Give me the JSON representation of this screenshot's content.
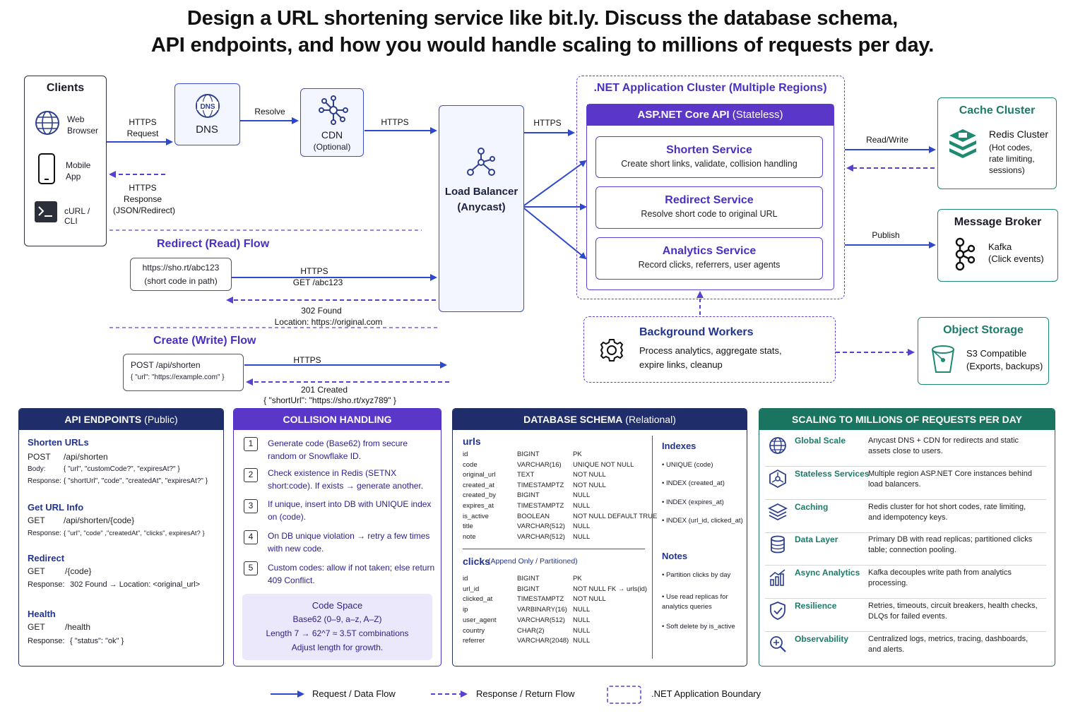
{
  "title": {
    "line1": "Design a URL shortening service like bit.ly. Discuss the database schema,",
    "line2": "API endpoints, and how you would handle scaling to millions of requests per day."
  },
  "clients": {
    "title": "Clients",
    "web": "Web Browser",
    "mobile": "Mobile App",
    "curl": "cURL / CLI"
  },
  "edges": {
    "https_request": "HTTPS Request",
    "https_response": "HTTPS Response (JSON/Redirect)",
    "resolve": "Resolve",
    "https1": "HTTPS",
    "https2": "HTTPS",
    "read_write": "Read/Write",
    "publish": "Publish"
  },
  "dns": {
    "title": "DNS",
    "icon_text": "DNS"
  },
  "cdn": {
    "title": "CDN",
    "sub": "(Optional)"
  },
  "lb": {
    "line1": "Load Balancer",
    "line2": "(Anycast)"
  },
  "cluster": {
    "title": ".NET Application Cluster (Multiple Regions)",
    "api_title_bold": "ASP.NET Core API",
    "api_title_rest": " (Stateless)",
    "services": [
      {
        "title": "Shorten Service",
        "desc": "Create short links, validate, collision handling"
      },
      {
        "title": "Redirect Service",
        "desc": "Resolve short code to original URL"
      },
      {
        "title": "Analytics Service",
        "desc": "Record clicks, referrers, user agents"
      }
    ]
  },
  "cache": {
    "title": "Cache Cluster",
    "name": "Redis Cluster",
    "desc1": "(Hot codes,",
    "desc2": "rate limiting,",
    "desc3": "sessions)"
  },
  "broker": {
    "title": "Message Broker",
    "name": "Kafka",
    "desc": "(Click events)"
  },
  "storage": {
    "title": "Object Storage",
    "name": "S3 Compatible",
    "desc": "(Exports, backups)"
  },
  "workers": {
    "title": "Background Workers",
    "desc1": "Process analytics, aggregate stats,",
    "desc2": "expire links, cleanup"
  },
  "read_flow": {
    "title": "Redirect (Read) Flow",
    "url": "https://sho.rt/abc123",
    "url_sub": "(short code in path)",
    "req1": "HTTPS",
    "req2": "GET /abc123",
    "resp1": "302 Found",
    "resp2": "Location: https://original.com"
  },
  "write_flow": {
    "title": "Create (Write) Flow",
    "req_line1": "POST /api/shorten",
    "req_line2": "{ \"url\": \"https://example.com\" }",
    "req_label": "HTTPS",
    "resp1": "201 Created",
    "resp2": "{ \"shortUrl\": \"https://sho.rt/xyz789\" }"
  },
  "api_panel": {
    "head_bold": "API ENDPOINTS",
    "head_rest": " (Public)",
    "sections": [
      {
        "title": "Shorten URLs",
        "method": "POST",
        "path": "/api/shorten",
        "l1k": "Body:",
        "l1v": "{ \"url\", \"customCode?\", \"expiresAt?\" }",
        "l2k": "Response:",
        "l2v": "{ \"shortUrl\", \"code\", \"createdAt\", \"expiresAt?\" }"
      },
      {
        "title": "Get URL Info",
        "method": "GET",
        "path": "/api/shorten/{code}",
        "l1k": "Response:",
        "l1v": "{ \"url\", \"code\" ,\"createdAt\", \"clicks\", expiresAt? }"
      },
      {
        "title": "Redirect",
        "method": "GET",
        "path": "/{code}",
        "l1k": "Response:",
        "l1v": "302 Found → Location: <original_url>"
      },
      {
        "title": "Health",
        "method": "GET",
        "path": "/health",
        "l1k": "Response:",
        "l1v": "{ \"status\": \"ok\" }"
      }
    ]
  },
  "collision_panel": {
    "head": "COLLISION HANDLING",
    "steps": [
      {
        "n": "1",
        "text": "Generate code (Base62) from secure random or Snowflake ID."
      },
      {
        "n": "2",
        "text": "Check existence in Redis (SETNX short:code). If exists → generate another."
      },
      {
        "n": "3",
        "text": "If unique, insert into DB with UNIQUE index on (code)."
      },
      {
        "n": "4",
        "text": "On DB unique violation → retry a few times with new code."
      },
      {
        "n": "5",
        "text": "Custom codes: allow if not taken; else return 409 Conflict."
      }
    ],
    "space_title": "Code Space",
    "space_l1": "Base62 (0–9, a–z, A–Z)",
    "space_l2": "Length 7 → 62^7 ≈ 3.5T combinations",
    "space_l3": "Adjust length for growth."
  },
  "db_panel": {
    "head_bold": "DATABASE SCHEMA",
    "head_rest": " (Relational)",
    "urls_title": "urls",
    "urls": [
      [
        "id",
        "BIGINT",
        "PK"
      ],
      [
        "code",
        "VARCHAR(16)",
        "UNIQUE   NOT NULL"
      ],
      [
        "original_url",
        "TEXT",
        "NOT NULL"
      ],
      [
        "created_at",
        "TIMESTAMPTZ",
        "NOT NULL"
      ],
      [
        "created_by",
        "BIGINT",
        "NULL"
      ],
      [
        "expires_at",
        "TIMESTAMPTZ",
        "NULL"
      ],
      [
        "is_active",
        "BOOLEAN",
        "NOT NULL DEFAULT TRUE"
      ],
      [
        "title",
        "VARCHAR(512)",
        "NULL"
      ],
      [
        "note",
        "VARCHAR(512)",
        "NULL"
      ]
    ],
    "clicks_title": "clicks",
    "clicks_sub": "(Append Only / Partitioned)",
    "clicks": [
      [
        "id",
        "BIGINT",
        "PK"
      ],
      [
        "url_id",
        "BIGINT",
        "NOT NULL   FK → urls(id)"
      ],
      [
        "clicked_at",
        "TIMESTAMPTZ",
        "NOT NULL"
      ],
      [
        "ip",
        "VARBINARY(16)",
        "NULL"
      ],
      [
        "user_agent",
        "VARCHAR(512)",
        "NULL"
      ],
      [
        "country",
        "CHAR(2)",
        "NULL"
      ],
      [
        "referrer",
        "VARCHAR(2048)",
        "NULL"
      ]
    ],
    "indexes_title": "Indexes",
    "indexes": [
      "UNIQUE (code)",
      "INDEX (created_at)",
      "INDEX (expires_at)",
      "INDEX (url_id, clicked_at)"
    ],
    "notes_title": "Notes",
    "notes": [
      "Partition clicks by day",
      "Use read replicas for analytics queries",
      "Soft delete by is_active"
    ]
  },
  "scaling_panel": {
    "head": "SCALING TO MILLIONS OF REQUESTS PER DAY",
    "rows": [
      {
        "icon": "globe-icon",
        "label": "Global Scale",
        "desc": "Anycast DNS + CDN for redirects and static assets close to users."
      },
      {
        "icon": "hexagon-network-icon",
        "label": "Stateless Services",
        "desc": "Multiple region ASP.NET Core instances behind load balancers."
      },
      {
        "icon": "layers-icon",
        "label": "Caching",
        "desc": "Redis cluster for hot short codes, rate limiting, and idempotency keys."
      },
      {
        "icon": "database-icon",
        "label": "Data Layer",
        "desc": "Primary DB with read replicas; partitioned clicks table; connection pooling."
      },
      {
        "icon": "chart-icon",
        "label": "Async Analytics",
        "desc": "Kafka decouples write path from analytics processing."
      },
      {
        "icon": "shield-icon",
        "label": "Resilience",
        "desc": "Retries, timeouts, circuit breakers, health checks, DLQs for failed events."
      },
      {
        "icon": "magnifier-icon",
        "label": "Observability",
        "desc": "Centralized logs, metrics, tracing, dashboards, and alerts."
      }
    ]
  },
  "legend": {
    "request": "Request / Data Flow",
    "response": "Response / Return Flow",
    "boundary": ".NET Application Boundary"
  },
  "colors": {
    "primary_blue": "#2d49c9",
    "purple": "#5b3fd1",
    "navy": "#23305e",
    "teal": "#1d7a68"
  }
}
